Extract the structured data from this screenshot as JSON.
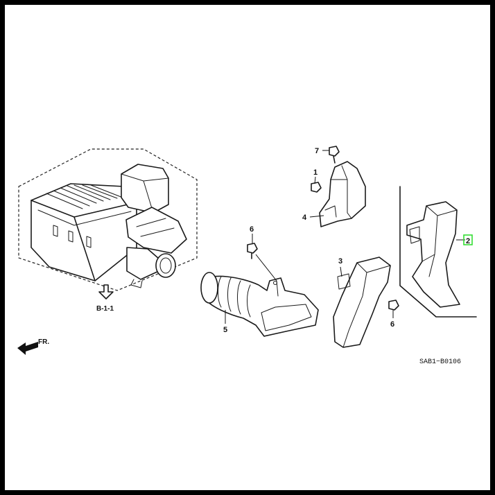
{
  "diagram": {
    "code": "SAB1−B0106",
    "ref_label": "B-1-1",
    "front_label": "FR.",
    "highlight_color": "#33dd33",
    "callouts": {
      "c1": "1",
      "c2": "2",
      "c3": "3",
      "c4": "4",
      "c5": "5",
      "c6a": "6",
      "c6b": "6",
      "c7": "7"
    }
  }
}
